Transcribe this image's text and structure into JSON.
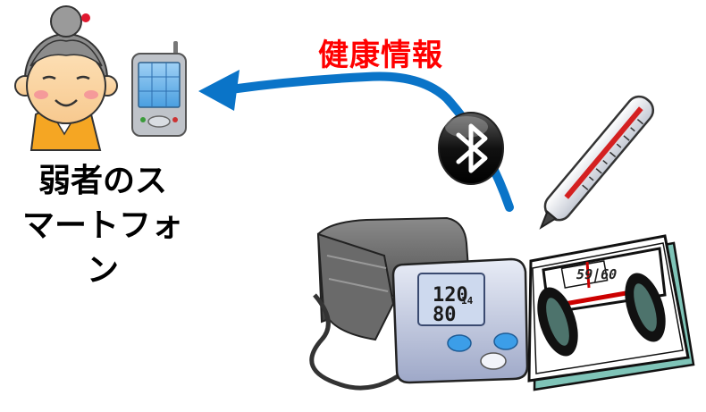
{
  "flow": {
    "label": "健康情報",
    "color": "#ff0000",
    "arrow_color": "#0a74c8"
  },
  "caption": {
    "line1": "弱者のス",
    "line2": "マートフォン"
  },
  "devices": {
    "blood_pressure": {
      "systolic": "120",
      "diastolic": "80",
      "pulse": "14"
    },
    "scale": {
      "reading": "59|60"
    }
  },
  "icons": [
    "elderly-woman-icon",
    "smartphone-icon",
    "bluetooth-icon",
    "thermometer-icon",
    "blood-pressure-monitor-icon",
    "body-scale-icon"
  ]
}
